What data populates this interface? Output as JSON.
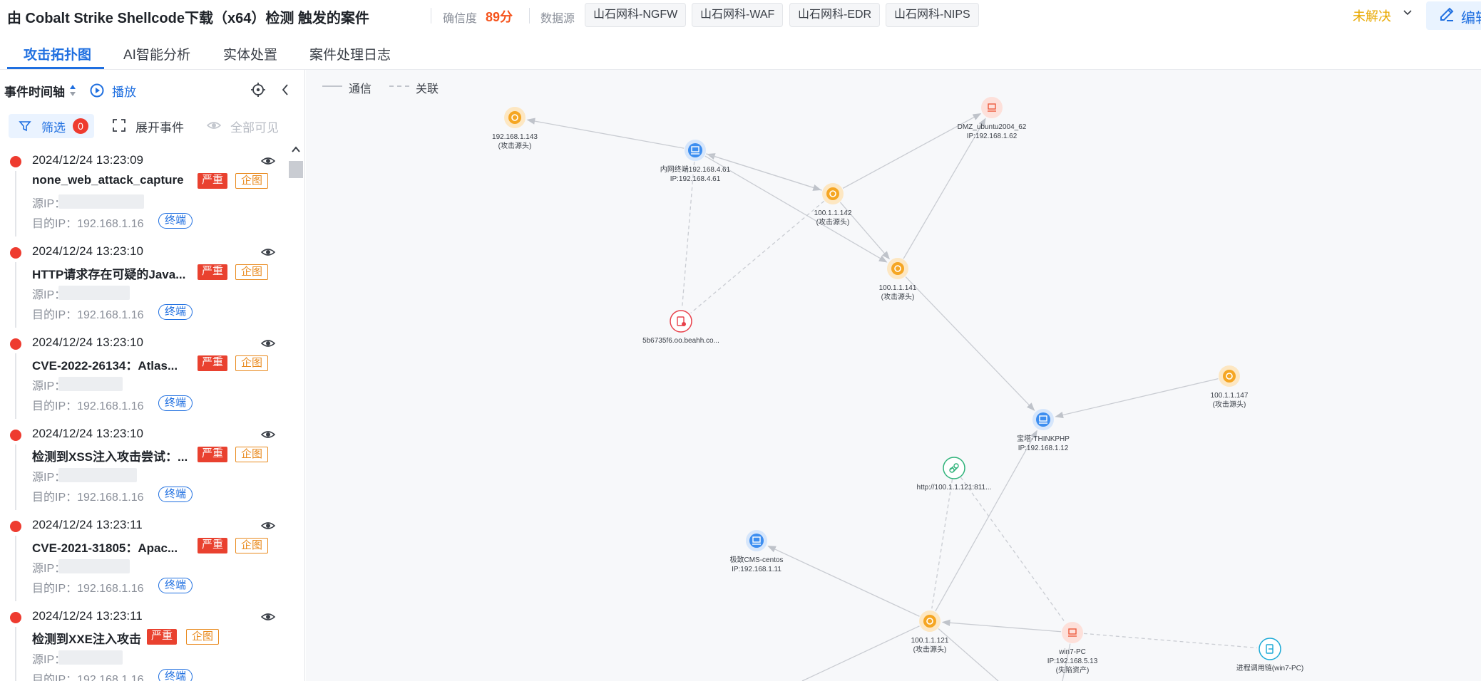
{
  "header": {
    "title": "由 Cobalt Strike Shellcode下载（x64）检测 触发的案件",
    "confidence_label": "确信度",
    "confidence_value": "89分",
    "source_label": "数据源",
    "sources": [
      "山石网科-NGFW",
      "山石网科-WAF",
      "山石网科-EDR",
      "山石网科-NIPS"
    ],
    "status": "未解决",
    "edit_label": "编辑"
  },
  "tabs": [
    "攻击拓扑图",
    "AI智能分析",
    "实体处置",
    "案件处理日志"
  ],
  "active_tab": 0,
  "timeline": {
    "title": "事件时间轴",
    "play_label": "播放",
    "filter_label": "筛选",
    "filter_count": "0",
    "expand_label": "展开事件",
    "show_all_label": "全部可见",
    "src_label": "源IP：",
    "dst_label": "目的IP：192.168.1.16",
    "terminal_tag": "终端",
    "severity_tag": "严重",
    "entity_tag": "企图",
    "events": [
      {
        "time": "2024/12/24 13:23:09",
        "name": "none_web_attack_capture"
      },
      {
        "time": "2024/12/24 13:23:10",
        "name": "HTTP请求存在可疑的Java..."
      },
      {
        "time": "2024/12/24 13:23:10",
        "name": "CVE-2022-26134：Atlas..."
      },
      {
        "time": "2024/12/24 13:23:10",
        "name": "检测到XSS注入攻击尝试：..."
      },
      {
        "time": "2024/12/24 13:23:11",
        "name": "CVE-2021-31805：Apac..."
      },
      {
        "time": "2024/12/24 13:23:11",
        "name": "检测到XXE注入攻击"
      }
    ]
  },
  "legend": {
    "comm": "通信",
    "assoc": "关联"
  },
  "graph": {
    "nodes": [
      {
        "id": "n143",
        "type": "attacker",
        "line1": "192.168.1.143",
        "line2": "(攻击源头)"
      },
      {
        "id": "n461",
        "type": "host",
        "line1": "内网终端192.168.4.61",
        "line2": "IP:192.168.4.61"
      },
      {
        "id": "ndmz",
        "type": "asset",
        "line1": "DMZ_ubuntu2004_62",
        "line2": "IP:192.168.1.62"
      },
      {
        "id": "n142",
        "type": "attacker",
        "line1": "100.1.1.142",
        "line2": "(攻击源头)"
      },
      {
        "id": "n141",
        "type": "attacker",
        "line1": "100.1.1.141",
        "line2": "(攻击源头)"
      },
      {
        "id": "ndom",
        "type": "domain",
        "line1": "5b6735f6.oo.beahh.co...",
        "line2": ""
      },
      {
        "id": "n147",
        "type": "attacker",
        "line1": "100.1.1.147",
        "line2": "(攻击源头)"
      },
      {
        "id": "nthk",
        "type": "host",
        "line1": "宝塔-THINKPHP",
        "line2": "IP:192.168.1.12"
      },
      {
        "id": "nurl",
        "type": "url",
        "line1": "http://100.1.1.121:811...",
        "line2": ""
      },
      {
        "id": "ncms",
        "type": "host",
        "line1": "极致CMS-centos",
        "line2": "IP:192.168.1.11"
      },
      {
        "id": "n121",
        "type": "attacker",
        "line1": "100.1.1.121",
        "line2": "(攻击源头)"
      },
      {
        "id": "nwin",
        "type": "asset",
        "line1": "win7-PC",
        "line2": "IP:192.168.5.13",
        "line3": "(失陷资产)"
      },
      {
        "id": "nproc",
        "type": "process",
        "line1": "进程调用链(win7-PC)",
        "line2": ""
      }
    ],
    "edges": [
      {
        "from": "n461",
        "to": "n143",
        "style": "solid"
      },
      {
        "from": "n142",
        "to": "n461",
        "style": "solid"
      },
      {
        "from": "n461",
        "to": "n142",
        "style": "solid"
      },
      {
        "from": "n142",
        "to": "ndmz",
        "style": "solid"
      },
      {
        "from": "n142",
        "to": "n141",
        "style": "solid"
      },
      {
        "from": "n461",
        "to": "n141",
        "style": "solid"
      },
      {
        "from": "n141",
        "to": "ndmz",
        "style": "solid"
      },
      {
        "from": "n461",
        "to": "ndom",
        "style": "dashed"
      },
      {
        "from": "n142",
        "to": "ndom",
        "style": "dashed"
      },
      {
        "from": "n141",
        "to": "nthk",
        "style": "solid"
      },
      {
        "from": "n147",
        "to": "nthk",
        "style": "solid"
      },
      {
        "from": "n121",
        "to": "nthk",
        "style": "solid"
      },
      {
        "from": "nurl",
        "to": "n121",
        "style": "dashed"
      },
      {
        "from": "nurl",
        "to": "nwin",
        "style": "dashed"
      },
      {
        "from": "n121",
        "to": "ncms",
        "style": "solid"
      },
      {
        "from": "nwin",
        "to": "n121",
        "style": "solid"
      },
      {
        "from": "nwin",
        "to": "nproc",
        "style": "dashed"
      },
      {
        "from": "n121",
        "to": "offA",
        "style": "solid"
      },
      {
        "from": "n121",
        "to": "offB",
        "style": "solid"
      },
      {
        "from": "nwin",
        "to": "offC",
        "style": "solid"
      }
    ]
  },
  "colors": {
    "accent": "#1f6fe0",
    "attacker": "#f5a623",
    "host": "#3d8ef0",
    "asset": "#ee5a3c",
    "domain": "#e8404a",
    "url": "#2fb37a",
    "process": "#1aa9d6",
    "severity": "#e9412f",
    "entity": "#e98a1e",
    "confidence": "#f5531c",
    "status": "#e8a800"
  },
  "icons": {
    "status_chevron": "chevron-down-icon",
    "edit": "pencil-icon",
    "sort": "sort-icon",
    "play": "play-circle-icon",
    "locate": "crosshair-icon",
    "collapse": "chevron-left-icon",
    "filter": "funnel-icon",
    "expand": "expand-icon",
    "visibility": "eye-icon"
  }
}
